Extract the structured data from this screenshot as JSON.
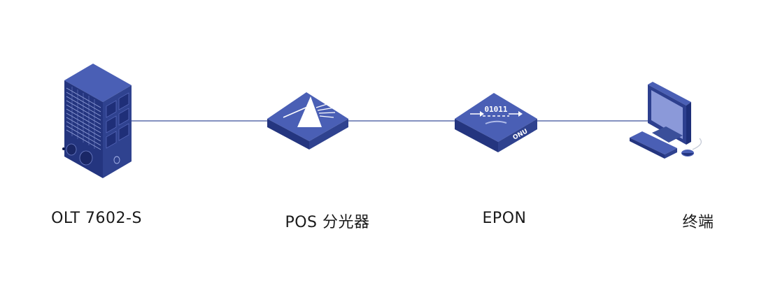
{
  "diagram": {
    "nodes": [
      {
        "id": "olt",
        "label": "OLT 7602-S",
        "icon": "server-rack-icon"
      },
      {
        "id": "pos",
        "label": "POS 分光器",
        "icon": "optical-splitter-icon"
      },
      {
        "id": "onu",
        "label": "EPON",
        "icon": "onu-device-icon",
        "device_text": "ONU",
        "device_bits": "01011"
      },
      {
        "id": "terminal",
        "label": "终端",
        "icon": "desktop-computer-icon"
      }
    ],
    "links": [
      {
        "from": "olt",
        "to": "pos"
      },
      {
        "from": "pos",
        "to": "onu"
      },
      {
        "from": "onu",
        "to": "terminal"
      }
    ],
    "colors": {
      "link": "#3a4f9a",
      "device_top": "#4a5fb5",
      "device_side_dark": "#1e2f78",
      "device_side_mid": "#2d3f8e"
    }
  }
}
